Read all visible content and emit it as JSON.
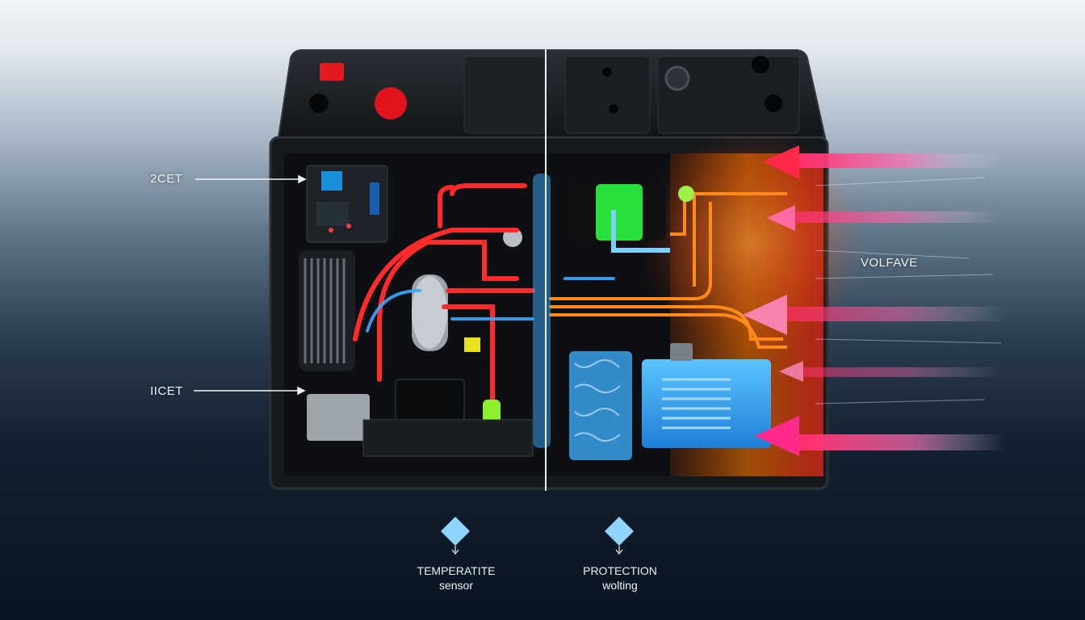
{
  "labels": {
    "top_left": "2CET",
    "bottom_left": "IICET",
    "right": "VOLFAVE"
  },
  "captions": [
    {
      "line1": "TEMPERATITE",
      "line2": "sensor"
    },
    {
      "line1": "PROTECTION",
      "line2": "wolting"
    }
  ],
  "colors": {
    "casing": "#15181c",
    "hot_pipe": "#ff2a2a",
    "cool_pipe": "#3aa8ff",
    "heat_gradient": "#ff7a00",
    "coolant_block": "#2a9df4",
    "green_module": "#29e03a",
    "accent_diamond": "#8fd3ff"
  },
  "icons": [
    "diamond-icon",
    "arrow-down-icon",
    "heat-arrow-icon"
  ]
}
